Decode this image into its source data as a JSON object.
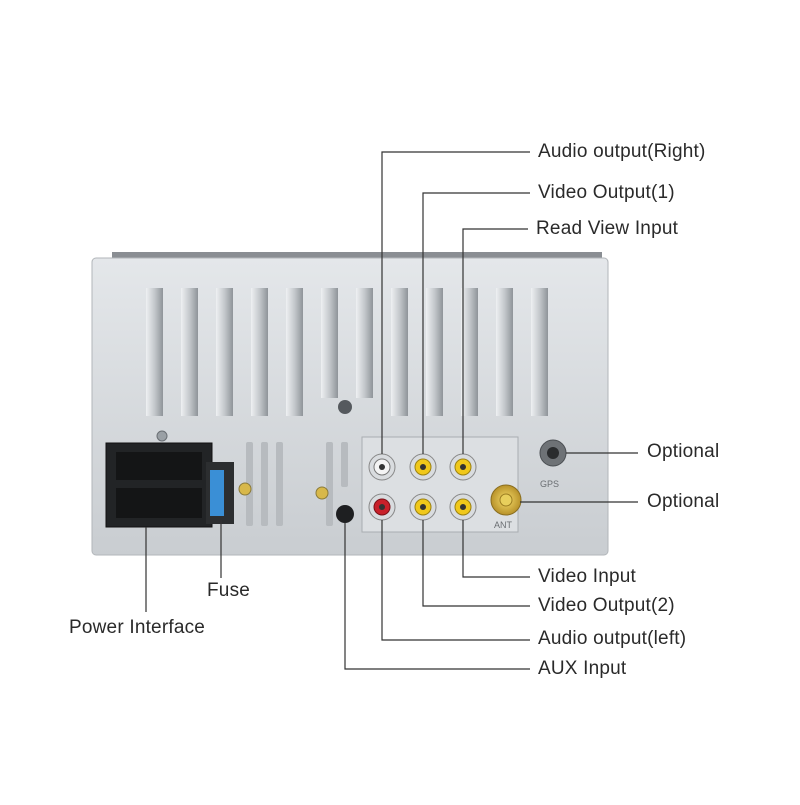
{
  "labels": {
    "audio_output_right": "Audio output(Right)",
    "video_output_1": "Video Output(1)",
    "rear_view_input": "Read View Input",
    "optional_gps": "Optional",
    "optional_ant": "Optional",
    "video_input": "Video Input",
    "video_output_2": "Video Output(2)",
    "audio_output_left": "Audio output(left)",
    "aux_input": "AUX Input",
    "fuse": "Fuse",
    "power_interface": "Power Interface"
  },
  "panel_marks": {
    "gps": "GPS",
    "ant": "ANT"
  },
  "colors": {
    "chassis": "#d3d7db",
    "rca_red": "#c8202a",
    "rca_yellow": "#f0c81a",
    "rca_white": "#f4f4f4",
    "fuse_blue": "#3a8fd6",
    "leader_line": "#333333"
  }
}
